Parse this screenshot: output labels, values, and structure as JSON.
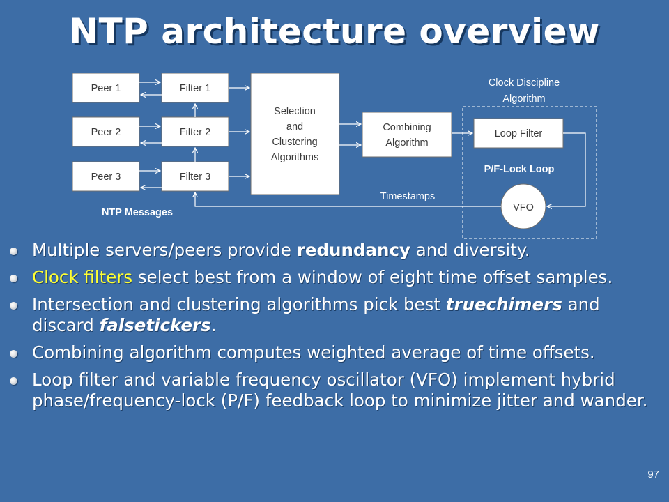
{
  "title": "NTP architecture overview",
  "diagram": {
    "peers": [
      "Peer 1",
      "Peer 2",
      "Peer 3"
    ],
    "filters": [
      "Filter 1",
      "Filter 2",
      "Filter 3"
    ],
    "selection": [
      "Selection",
      "and",
      "Clustering",
      "Algorithms"
    ],
    "combining": [
      "Combining",
      "Algorithm"
    ],
    "loop_filter": "Loop Filter",
    "vfo": "VFO",
    "clock_discipline": [
      "Clock Discipline",
      "Algorithm"
    ],
    "pf_lock": "P/F-Lock Loop",
    "timestamps": "Timestamps",
    "ntp_messages": "NTP Messages"
  },
  "bullets": {
    "b1": {
      "before": "Multiple servers/peers provide ",
      "bold": "redundancy",
      "after": " and diversity."
    },
    "b2": {
      "highlight": "Clock filters",
      "after": " select best from a window of eight time offset samples."
    },
    "b3": {
      "before": "Intersection and clustering algorithms pick best ",
      "em1": "truechimers",
      "mid": " and discard ",
      "em2": "falsetickers",
      "after": "."
    },
    "b4": {
      "text": "Combining algorithm computes weighted average of time offsets."
    },
    "b5": {
      "text": "Loop filter and variable frequency oscillator (VFO) implement hybrid phase/frequency-lock (P/F) feedback loop to minimize jitter and wander."
    }
  },
  "page_number": "97",
  "colors": {
    "background": "#3d6da6",
    "highlight": "#ffff33",
    "text": "#ffffff"
  }
}
